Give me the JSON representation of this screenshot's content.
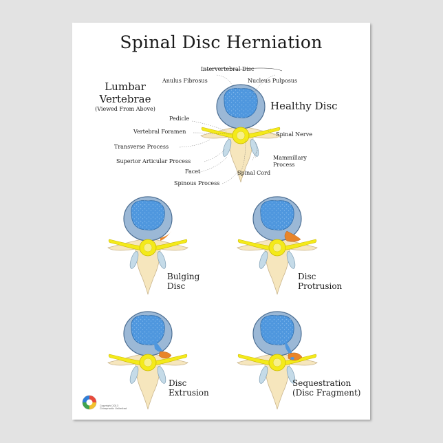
{
  "title": "Spinal Disc Herniation",
  "lumbar": {
    "line1": "Lumbar",
    "line2": "Vertebrae",
    "sub": "(Viewed From Above)"
  },
  "healthy_label": "Healthy Disc",
  "labels": {
    "intervertebral_disc": "Intervertebral Disc",
    "anulus_fibrosus": "Anulus Fibrosus",
    "nucleus_pulposus": "Nucleus Pulposus",
    "pedicle": "Pedicle",
    "vertebral_foramen": "Vertebral Foramen",
    "transverse_process": "Transverse Process",
    "superior_articular_process": "Superior Articular Process",
    "facet": "Facet",
    "spinous_process": "Spinous Process",
    "spinal_cord": "Spinal Cord",
    "mammillary_process_1": "Mammillary",
    "mammillary_process_2": "Process",
    "spinal_nerve": "Spinal Nerve"
  },
  "stages": [
    {
      "line1": "Bulging",
      "line2": "Disc"
    },
    {
      "line1": "Disc",
      "line2": "Protrusion"
    },
    {
      "line1": "Disc",
      "line2": "Extrusion"
    },
    {
      "line1": "Sequestration",
      "line2": "(Disc Fragment)"
    }
  ],
  "credit": "Copyright 2013 Chiropractic Unlimited",
  "colors": {
    "annulus": "#9bb8d6",
    "nucleus": "#4f97de",
    "bone": "#f6e6bd",
    "nerve": "#f4ea1a",
    "herniation": "#e8852a",
    "facet": "#c5dbe8"
  }
}
